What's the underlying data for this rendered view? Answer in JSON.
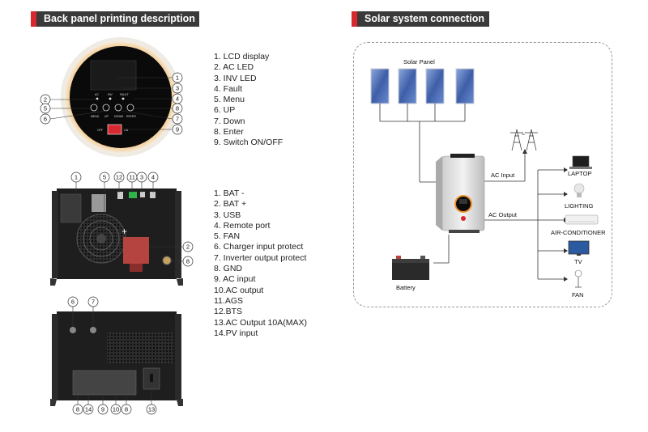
{
  "headers": {
    "back_panel": "Back panel printing description",
    "solar": "Solar system connection"
  },
  "front_panel_list": [
    "1.  LCD display",
    "2.  AC LED",
    "3.  INV LED",
    "4.  Fault",
    "5.  Menu",
    "6.  UP",
    "7.  Down",
    "8.  Enter",
    "9.  Switch ON/OFF"
  ],
  "back_panel_list": [
    "1.  BAT -",
    "2.  BAT +",
    "3.  USB",
    "4.  Remote port",
    "5.  FAN",
    "6.  Charger input protect",
    "7.  Inverter output protect",
    "8.  GND",
    "9.  AC input",
    "10.AC output",
    "11.AGS",
    "12.BTS",
    "13.AC Output 10A(MAX)",
    "14.PV input"
  ],
  "panel_labels": {
    "ac": "AC",
    "inv": "INV",
    "fault": "FAULT",
    "menu": "MENU",
    "up": "UP",
    "down": "DOWN",
    "enter": "ENTER",
    "off": "OFF",
    "on": "ON"
  },
  "callouts": {
    "front": [
      "1",
      "2",
      "3",
      "4",
      "5",
      "6",
      "7",
      "8",
      "9"
    ],
    "back_top": [
      "1",
      "5",
      "12",
      "11",
      "3",
      "4",
      "2",
      "8"
    ],
    "back_bottom": [
      "6",
      "7",
      "8",
      "14",
      "9",
      "10",
      "8",
      "13"
    ]
  },
  "diagram": {
    "solar_panel": "Solar Panel",
    "ac_input": "AC Input",
    "ac_output": "AC Output",
    "battery": "Battery",
    "loads": [
      "LAPTOP",
      "LIGHTING",
      "AIR-CONDITIONER",
      "TV",
      "FAN"
    ]
  },
  "colors": {
    "accent_red": "#d7282f",
    "header_bg": "#3a3a3a",
    "bezel_orange": "#f0902a",
    "panel_blue": "#4a6fb5"
  }
}
